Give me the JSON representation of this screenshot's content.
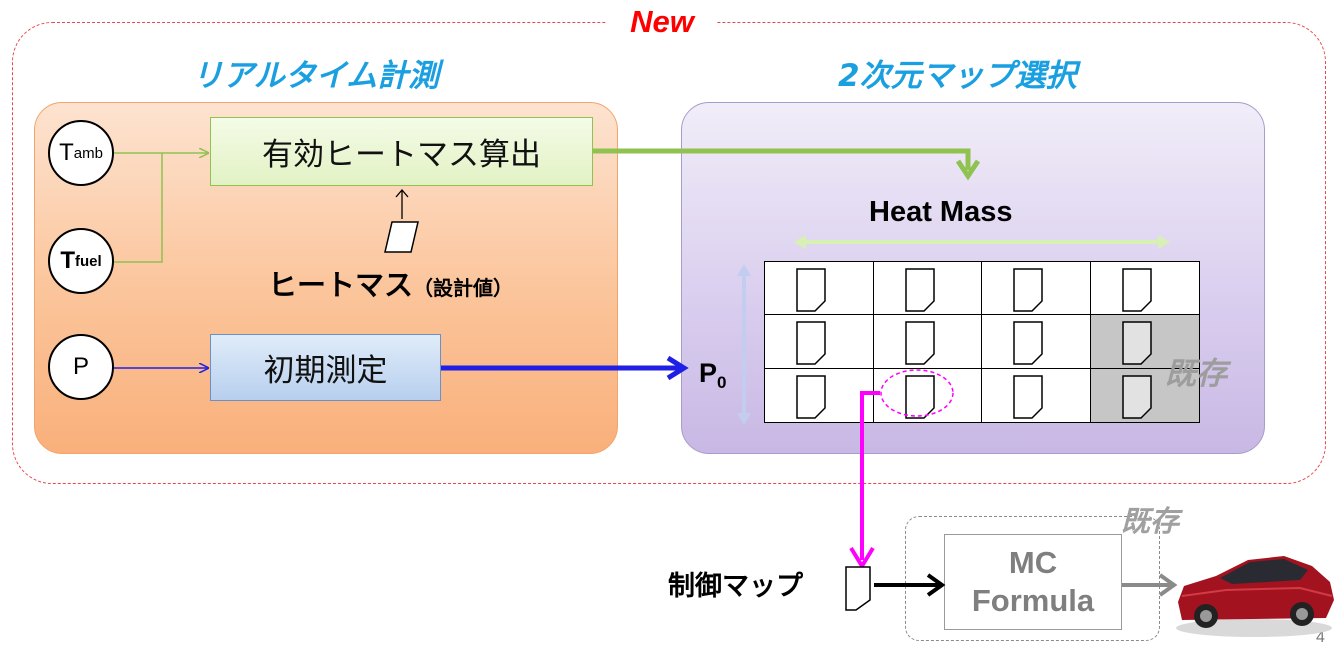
{
  "header": {
    "new_label": "New"
  },
  "sections": {
    "left_title": "リアルタイム計測",
    "right_title": "2次元マップ選択"
  },
  "sensors": {
    "t_amb": {
      "base": "T",
      "sub": "amb"
    },
    "t_fuel": {
      "base": "T",
      "sub": "fuel"
    },
    "p": {
      "label": "P"
    }
  },
  "boxes": {
    "effective_heat_mass": "有効ヒートマス算出",
    "initial_measurement": "初期測定"
  },
  "heat_mass_design": {
    "main": "ヒートマス",
    "note": "（設計値）"
  },
  "map": {
    "axis_heat_mass": "Heat Mass",
    "axis_p0_base": "P",
    "axis_p0_sub": "0",
    "existing_label": "既存",
    "shaded_cells": [
      7,
      11
    ]
  },
  "bottom": {
    "existing_label": "既存",
    "control_map_label": "制御マップ",
    "mc_line1": "MC",
    "mc_line2": "Formula"
  },
  "page_number": "4",
  "colors": {
    "frame": "#e8484c",
    "new": "#ff0000",
    "title": "#1aa0e0",
    "green_arrow": "#8fc24f",
    "blue_arrow": "#1f1fe6",
    "magenta_arrow": "#ff00ff",
    "gray": "#8a8a8a"
  }
}
